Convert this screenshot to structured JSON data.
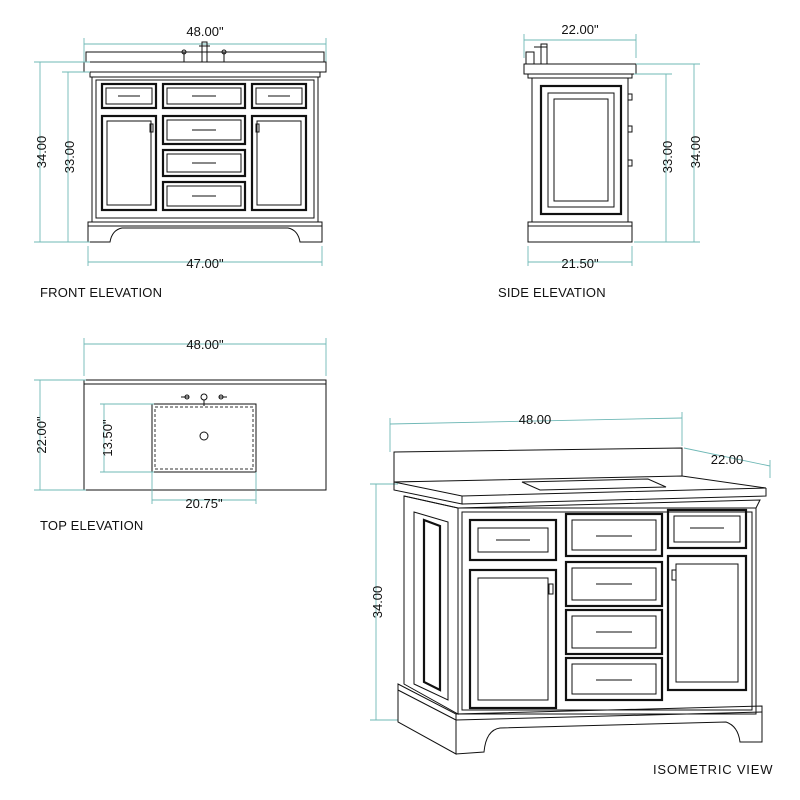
{
  "views": {
    "front": {
      "caption": "FRONT ELEVATION",
      "width_top": "48.00\"",
      "width_bottom": "47.00\"",
      "height_outer": "34.00",
      "height_inner": "33.00"
    },
    "side": {
      "caption": "SIDE ELEVATION",
      "depth_top": "22.00\"",
      "depth_bottom": "21.50\"",
      "height_inner": "33.00",
      "height_outer": "34.00"
    },
    "top": {
      "caption": "TOP ELEVATION",
      "width": "48.00\"",
      "depth": "22.00\"",
      "sink_depth": "13.50\"",
      "sink_width": "20.75\""
    },
    "isometric": {
      "caption": "ISOMETRIC  VIEW",
      "width": "48.00",
      "depth": "22.00",
      "height": "34.00"
    }
  },
  "colors": {
    "line": "#111111",
    "dimension": "#6fb8b6"
  }
}
